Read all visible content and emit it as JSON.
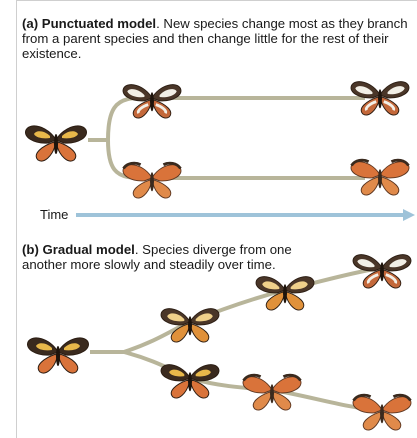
{
  "panel_a": {
    "letter": "(a)",
    "title": "Punctuated model",
    "description": ". New species change most as they branch from a parent species and then change little for the rest of their existence."
  },
  "panel_b": {
    "letter": "(b)",
    "title": "Gradual model",
    "description": ". Species diverge from one another more slowly and steadily over time."
  },
  "time_axis": {
    "label": "Time"
  },
  "colors": {
    "branch": "#b8b59a",
    "time_arrow": "#9ec3d9",
    "wing_dark": "#3a2a1e",
    "wing_orange": "#d9733a",
    "wing_yellow": "#e8b84a",
    "wing_white": "#f2efe6"
  },
  "butterflies": {
    "ancestor_a": "dark-orange-butterfly",
    "upper_a_mid": "white-banded-butterfly",
    "lower_a_mid": "orange-butterfly",
    "upper_a_end": "white-banded-butterfly",
    "lower_a_end": "orange-butterfly"
  }
}
